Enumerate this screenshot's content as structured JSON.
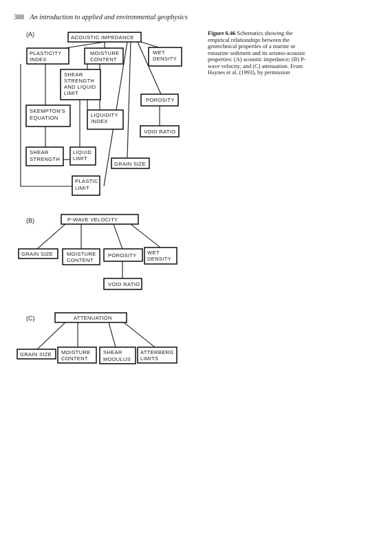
{
  "header": {
    "page_number": "388",
    "running_title": "An introduction to applied and environmental geophysics"
  },
  "caption": {
    "label": "Figure 6.46",
    "text": "Schematics showing the empirical relationships between the geotechnical properties of a marine or estuarine sediment and its seismo-acoustic properties: (A) acoustic impedance; (B) P-wave velocity; and (C) attenuation. From Haynes et al. (1993), by permission"
  },
  "panel_a": {
    "label": "(A)",
    "acoustic_impedance": [
      "ACOUSTIC IMPEDANCE"
    ],
    "plasticity_index": [
      "PLASTICITY",
      "INDEX"
    ],
    "moisture_content": [
      "MOISTURE",
      "CONTENT"
    ],
    "wet_density": [
      "WET",
      "DENSITY"
    ],
    "shear_strength_liquid_limit": [
      "SHEAR",
      "STRENGTH",
      "AND LIQUID",
      "LIMIT"
    ],
    "porosity": [
      "POROSITY"
    ],
    "skemptons_equation": [
      "SKEMPTON'S",
      "EQUATION"
    ],
    "liquidity_index": [
      "LIQUIDITY",
      "INDEX"
    ],
    "void_ratio": [
      "VOID RATIO"
    ],
    "shear_strength": [
      "SHEAR",
      "STRENGTH"
    ],
    "liquid_limit": [
      "LIQUID",
      "LIMIT"
    ],
    "grain_size": [
      "GRAIN SIZE"
    ],
    "plastic_limit": [
      "PLASTIC",
      "LIMIT"
    ]
  },
  "panel_b": {
    "label": "(B)",
    "p_wave_velocity": [
      "P-WAVE VELOCITY"
    ],
    "grain_size": [
      "GRAIN SIZE"
    ],
    "moisture_content": [
      "MOISTURE",
      "CONTENT"
    ],
    "porosity": [
      "POROSITY"
    ],
    "wet_density": [
      "WET",
      "DENSITY"
    ],
    "void_ratio": [
      "VOID RATIO"
    ]
  },
  "panel_c": {
    "label": "(C)",
    "attenuation": [
      "ATTENUATION"
    ],
    "grain_size": [
      "GRAIN SIZE"
    ],
    "moisture_content": [
      "MOISTURE",
      "CONTENT"
    ],
    "shear_modulus": [
      "SHEAR",
      "MODULUS"
    ],
    "atterberg_limits": [
      "ATTERBERG",
      "LIMITS"
    ]
  }
}
